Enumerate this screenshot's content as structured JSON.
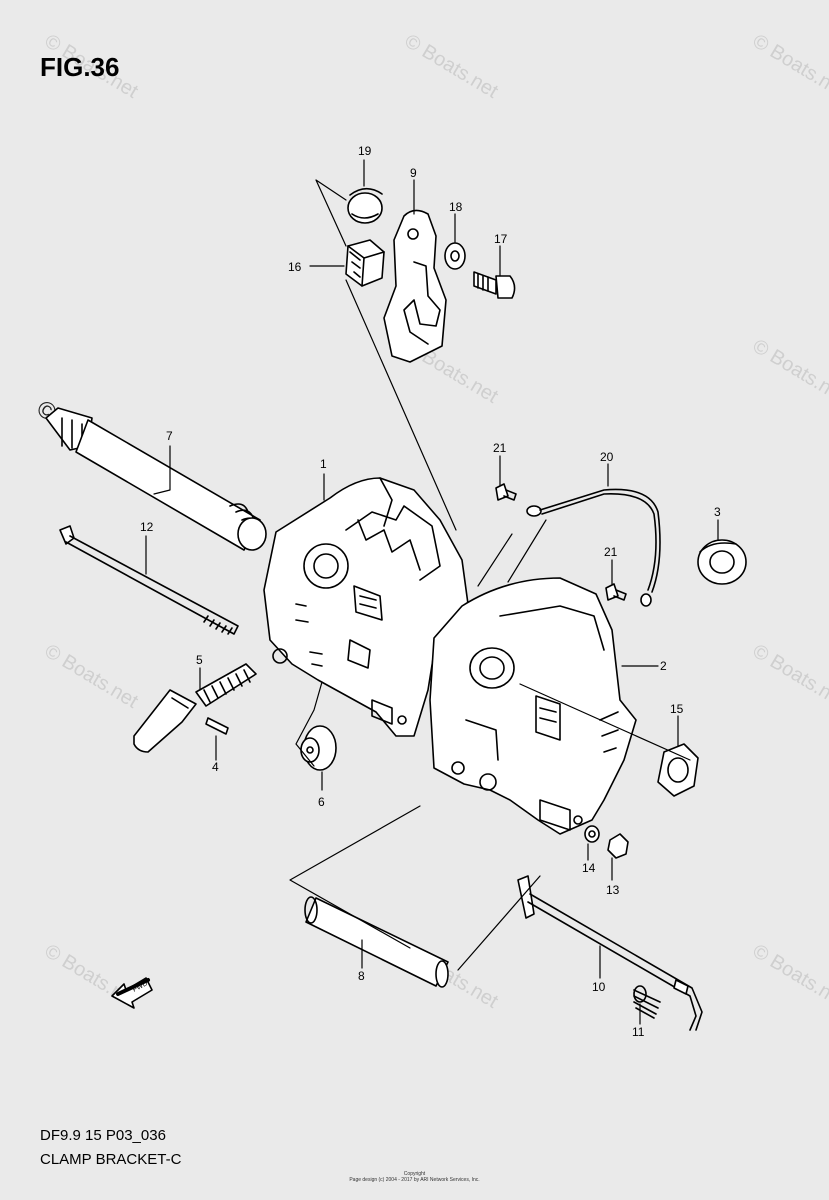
{
  "figure": {
    "title": "FIG.36",
    "code": "DF9.9 15 P03_036",
    "name": "CLAMP BRACKET-C",
    "brand_mark": "© Boats.net",
    "watermark": "© Boats.net",
    "copyright_line1": "Copyright",
    "copyright_line2": "Page design (c) 2004 - 2017 by ARI Network Services, Inc.",
    "fwd_label": "FWD"
  },
  "callouts": [
    {
      "id": "c1",
      "label": "1"
    },
    {
      "id": "c2",
      "label": "2"
    },
    {
      "id": "c3",
      "label": "3"
    },
    {
      "id": "c4",
      "label": "4"
    },
    {
      "id": "c5",
      "label": "5"
    },
    {
      "id": "c6",
      "label": "6"
    },
    {
      "id": "c7",
      "label": "7"
    },
    {
      "id": "c8",
      "label": "8"
    },
    {
      "id": "c9",
      "label": "9"
    },
    {
      "id": "c10",
      "label": "10"
    },
    {
      "id": "c11",
      "label": "11"
    },
    {
      "id": "c12",
      "label": "12"
    },
    {
      "id": "c13",
      "label": "13"
    },
    {
      "id": "c14",
      "label": "14"
    },
    {
      "id": "c15",
      "label": "15"
    },
    {
      "id": "c16",
      "label": "16"
    },
    {
      "id": "c17",
      "label": "17"
    },
    {
      "id": "c18",
      "label": "18"
    },
    {
      "id": "c19",
      "label": "19"
    },
    {
      "id": "c20",
      "label": "20"
    },
    {
      "id": "c21a",
      "label": "21"
    },
    {
      "id": "c21b",
      "label": "21"
    }
  ],
  "colors": {
    "background": "#eaeaea",
    "line": "#000000",
    "watermark": "#cfcfcf"
  }
}
